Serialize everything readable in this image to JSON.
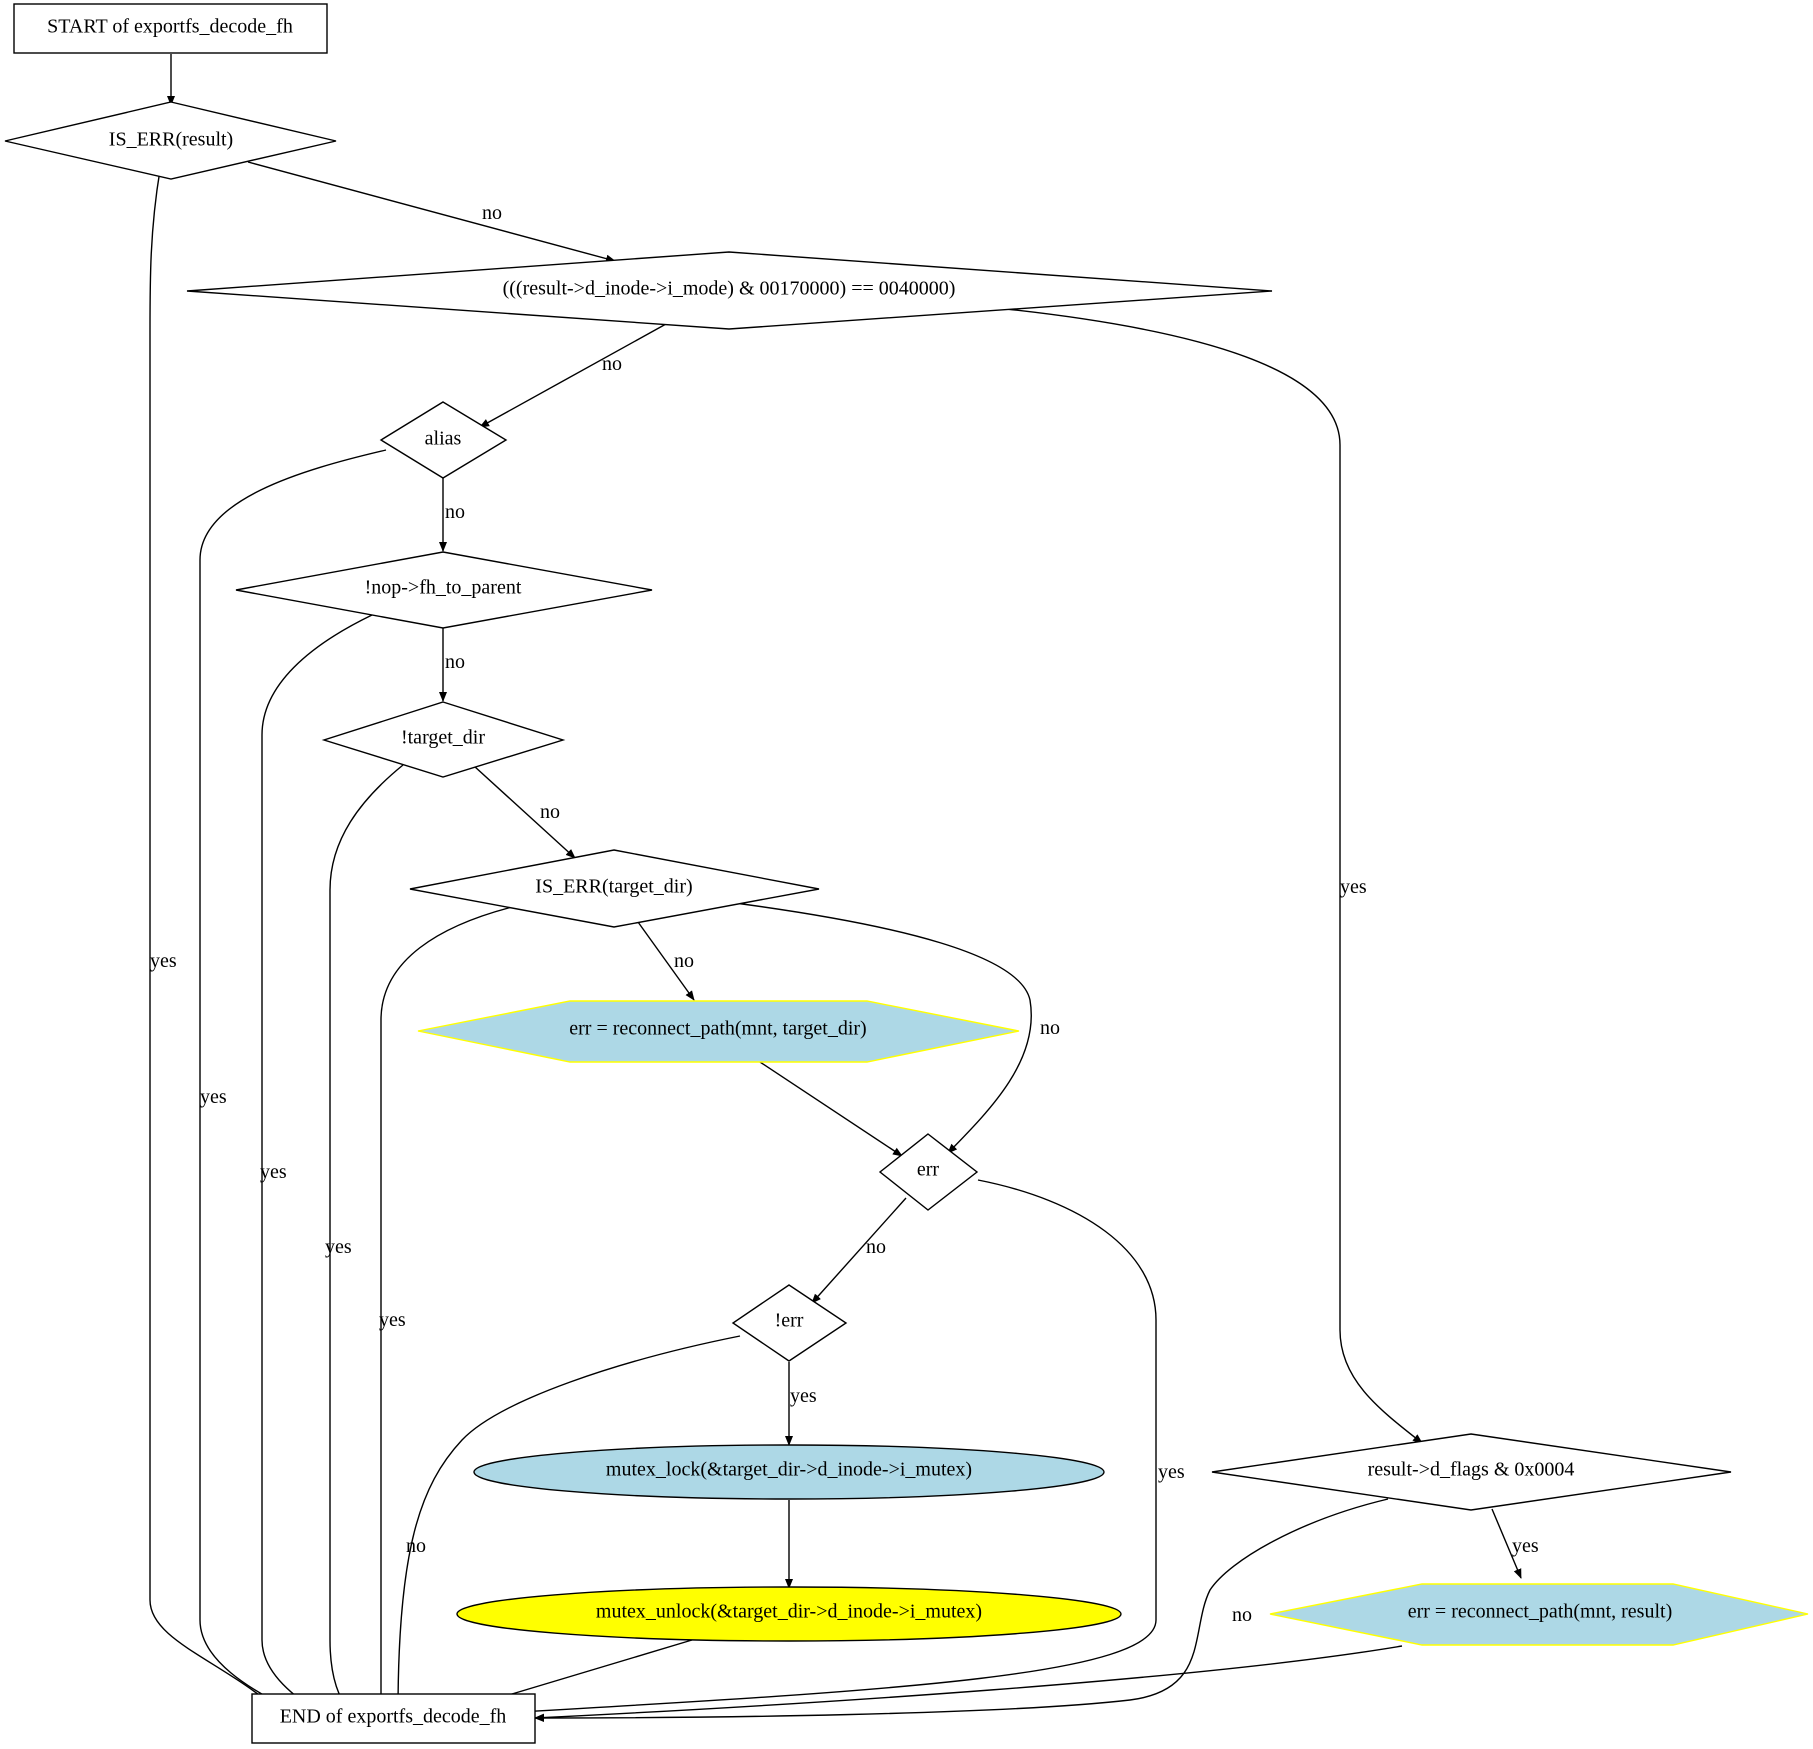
{
  "diagram": {
    "nodes": {
      "start": "START of exportfs_decode_fh",
      "is_err_result": "IS_ERR(result)",
      "mode_check": "(((result->d_inode->i_mode) & 00170000) == 0040000)",
      "alias": "alias",
      "fh_to_parent": "!nop->fh_to_parent",
      "target_dir": "!target_dir",
      "is_err_target": "IS_ERR(target_dir)",
      "reconnect_target": "err = reconnect_path(mnt, target_dir)",
      "err": "err",
      "not_err": "!err",
      "mutex_lock": "mutex_lock(&target_dir->d_inode->i_mutex)",
      "mutex_unlock": "mutex_unlock(&target_dir->d_inode->i_mutex)",
      "flags_check": "result->d_flags & 0x0004",
      "reconnect_result": "err = reconnect_path(mnt, result)",
      "end": "END of exportfs_decode_fh"
    },
    "edge_labels": {
      "is_err_result_yes": "yes",
      "is_err_result_no": "no",
      "mode_check_no": "no",
      "mode_check_yes": "yes",
      "alias_yes": "yes",
      "alias_no": "no",
      "fh_to_parent_yes": "yes",
      "fh_to_parent_no": "no",
      "target_dir_yes": "yes",
      "target_dir_no": "no",
      "is_err_target_yes": "yes",
      "is_err_target_no_reconnect": "no",
      "is_err_target_no_err": "no",
      "err_no": "no",
      "err_yes": "yes",
      "not_err_no": "no",
      "not_err_yes": "yes",
      "flags_check_no": "no",
      "flags_check_yes": "yes"
    },
    "colors": {
      "action_fill": "#add8e6",
      "action_stroke": "#ffff00",
      "unlock_fill": "#ffff00",
      "edge": "#000000"
    }
  }
}
